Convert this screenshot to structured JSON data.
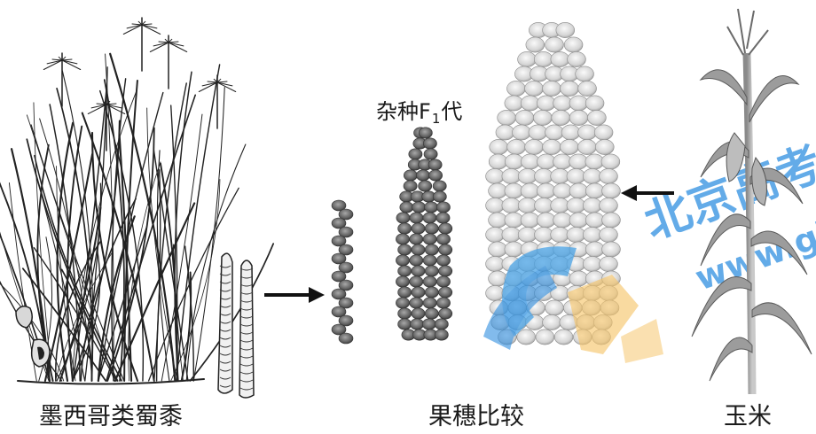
{
  "labels": {
    "teosinte": "墨西哥类蜀黍",
    "ear_comparison": "果穗比较",
    "maize": "玉米",
    "f1_prefix": "杂种F",
    "f1_subscript": "1",
    "f1_suffix": "代"
  },
  "watermark": {
    "text_main": "北京高考",
    "text_url": "www.gk"
  },
  "icons": [
    "right-arrow-icon",
    "left-arrow-icon",
    "watermark-logo"
  ],
  "colors": {
    "watermark_blue": "#2f8fe0",
    "watermark_orange": "#f5c46a",
    "kernel_light": "#e8e8e8",
    "kernel_dark": "#555555"
  }
}
